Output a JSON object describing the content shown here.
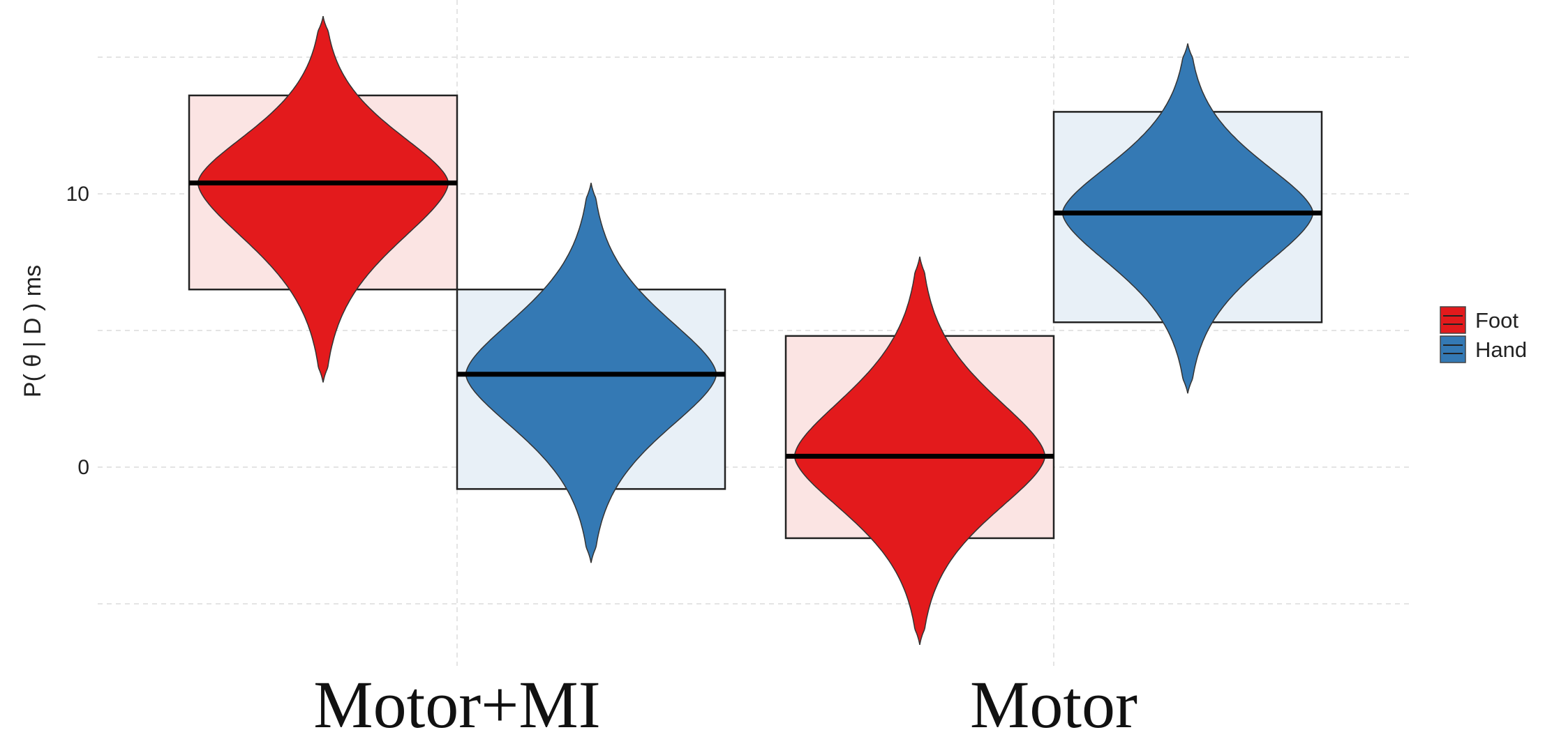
{
  "chart_data": {
    "type": "violin",
    "xlabel": "",
    "ylabel": "P( θ | D ) ms",
    "ylim": [
      -5.2,
      15.6
    ],
    "y_ticks": [
      0,
      10
    ],
    "grid": true,
    "categories": [
      "Motor+MI",
      "Motor"
    ],
    "series": [
      {
        "name": "Foot",
        "color": "#e31a1c",
        "box_color": "#fbe4e3"
      },
      {
        "name": "Hand",
        "color": "#3479b4",
        "box_color": "#e8f0f7"
      }
    ],
    "distributions": [
      {
        "category": "Motor+MI",
        "series": "Foot",
        "mean": 10.4,
        "hdi": [
          6.5,
          13.6
        ],
        "min": 3.1,
        "max": 16.5
      },
      {
        "category": "Motor+MI",
        "series": "Hand",
        "mean": 3.4,
        "hdi": [
          -0.8,
          6.5
        ],
        "min": -3.5,
        "max": 10.4
      },
      {
        "category": "Motor",
        "series": "Foot",
        "mean": 0.4,
        "hdi": [
          -2.6,
          4.8
        ],
        "min": -6.5,
        "max": 7.7
      },
      {
        "category": "Motor",
        "series": "Hand",
        "mean": 9.3,
        "hdi": [
          5.3,
          13.0
        ],
        "min": 2.7,
        "max": 15.5
      }
    ],
    "legend": {
      "position": "right",
      "entries": [
        "Foot",
        "Hand"
      ]
    }
  }
}
